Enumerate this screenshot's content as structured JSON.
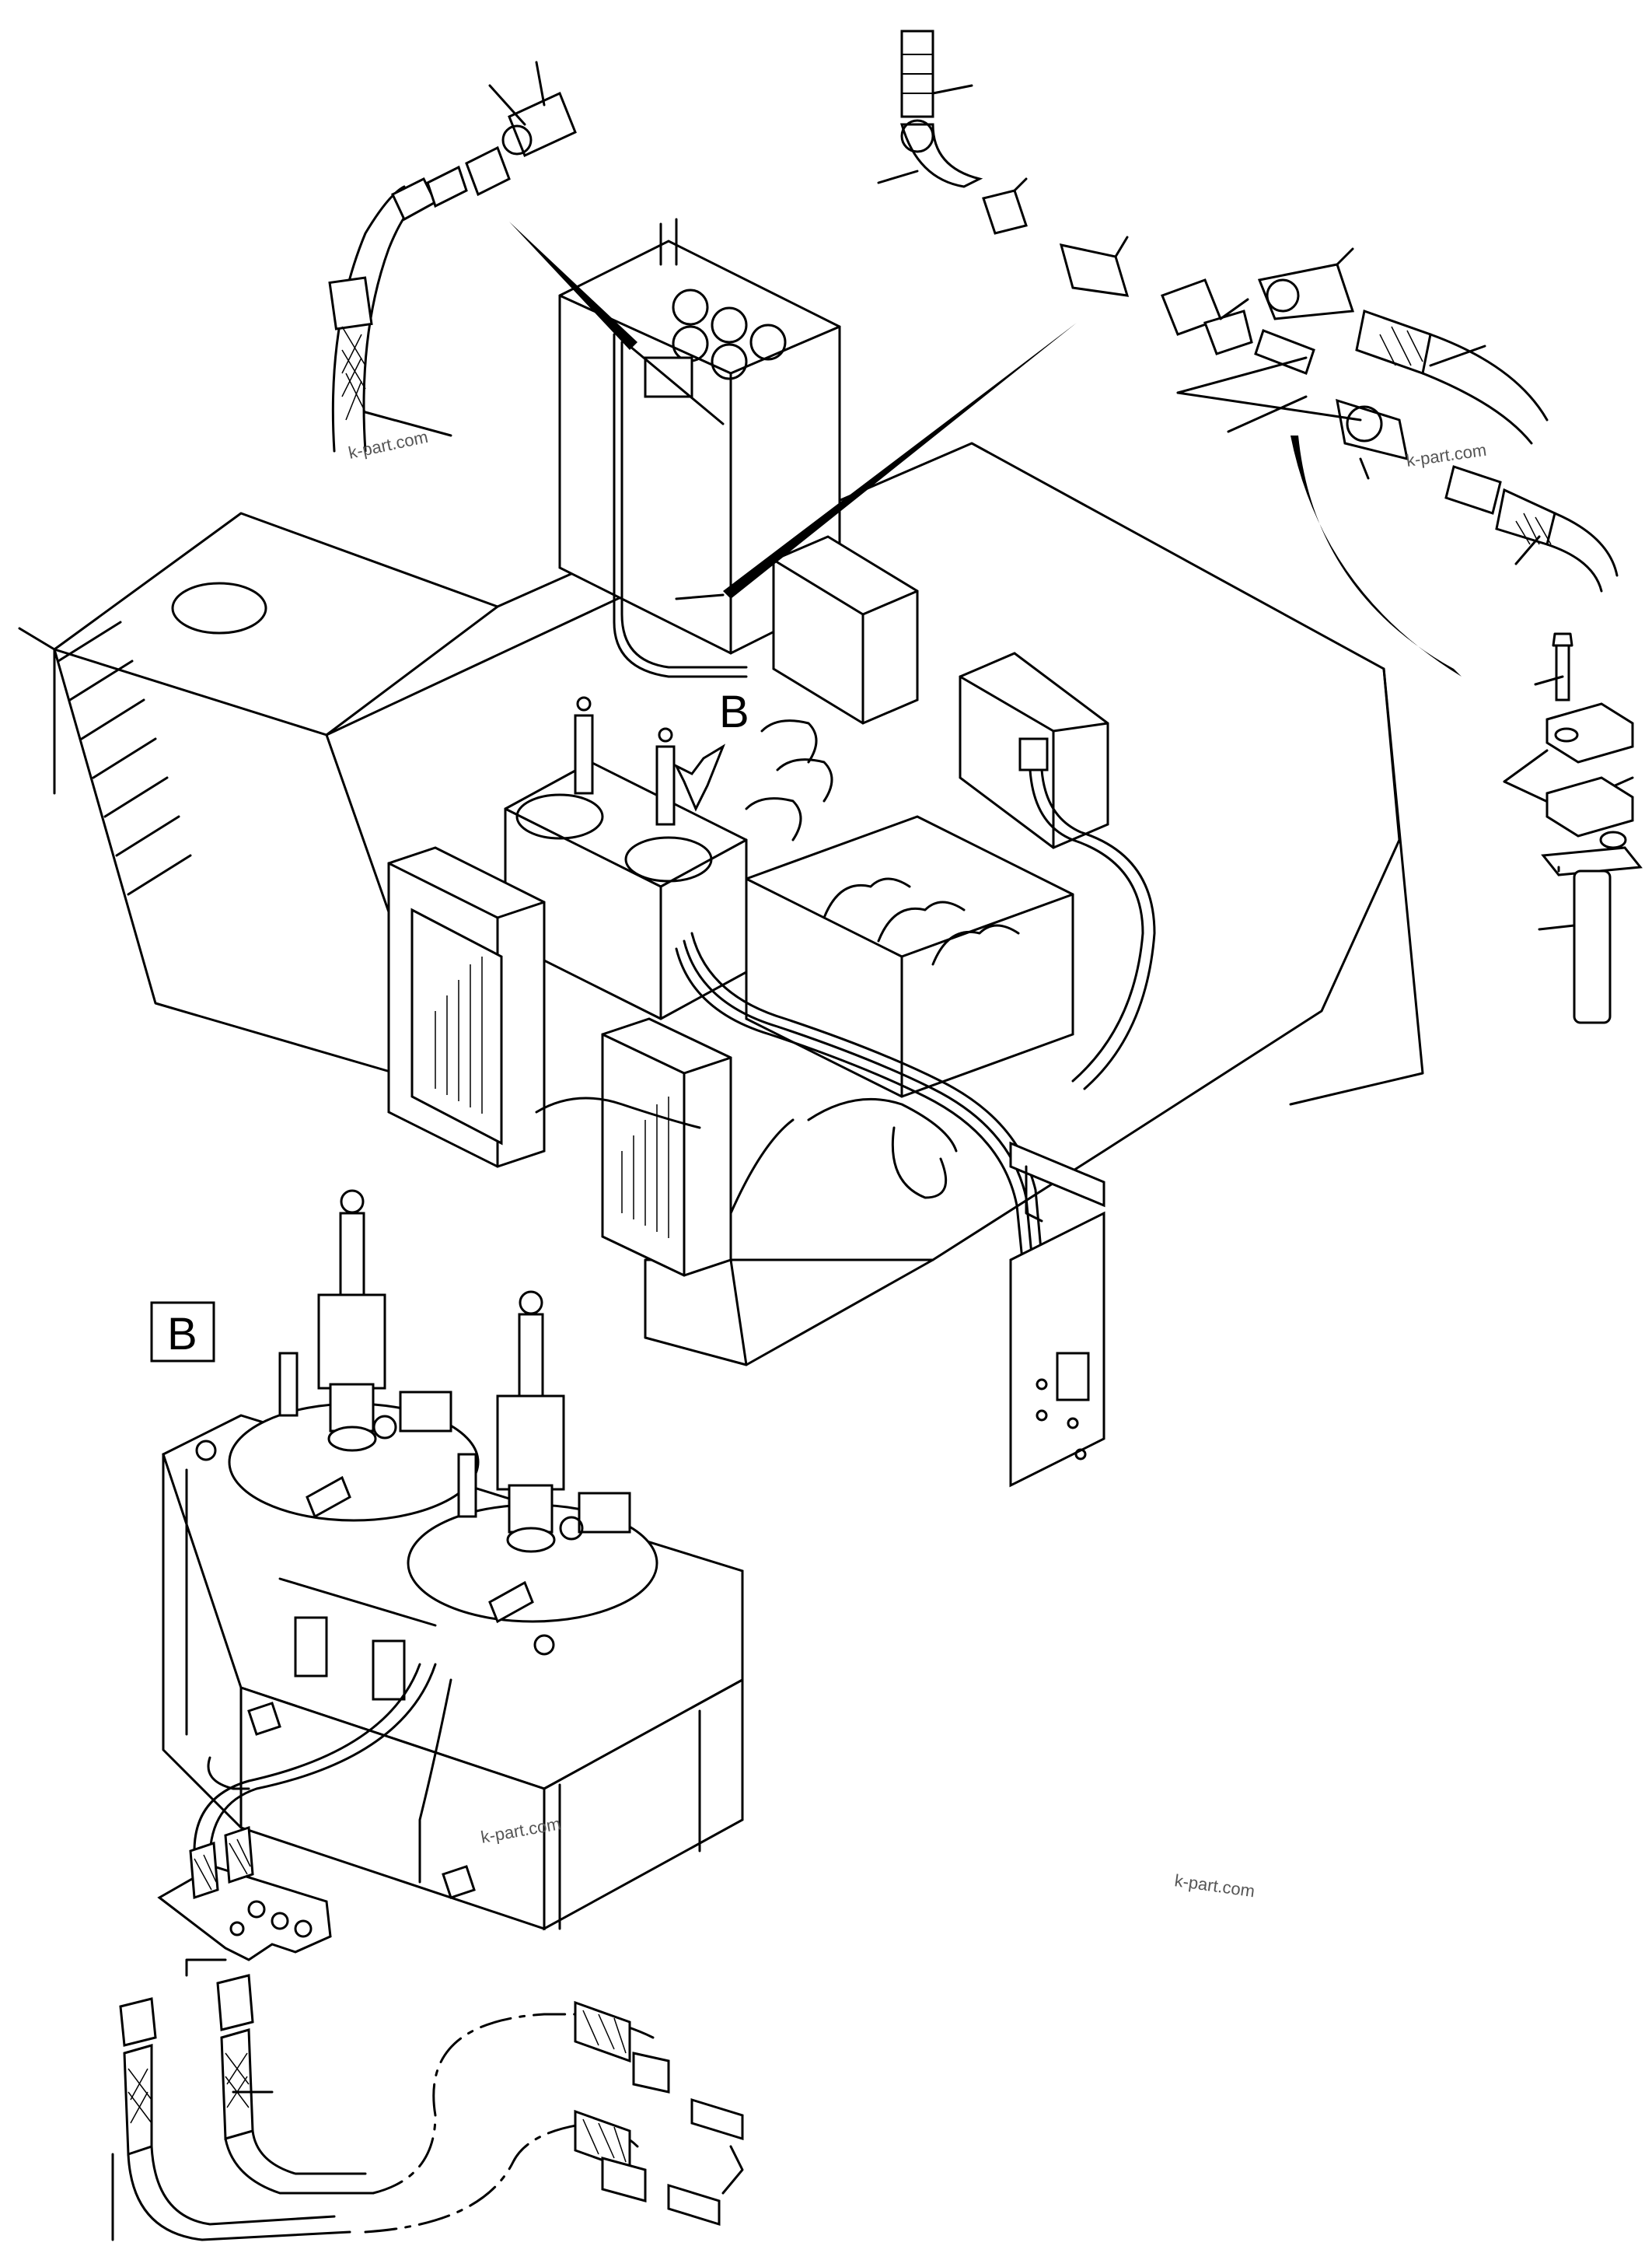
{
  "callouts": {
    "view_arrow_label": "B",
    "detail_view_label": "B"
  },
  "watermarks": [
    "k-part.com",
    "k-part.com",
    "k-part.com",
    "k-part.com"
  ],
  "colors": {
    "line": "#000000",
    "background": "#ffffff",
    "watermark": "#555555"
  },
  "components": {
    "hose_count_top_left": 1,
    "fitting_chain_top_right": 1,
    "clamp_assembly": 1,
    "lubrication_units": 2,
    "hoses_bottom": 2
  }
}
